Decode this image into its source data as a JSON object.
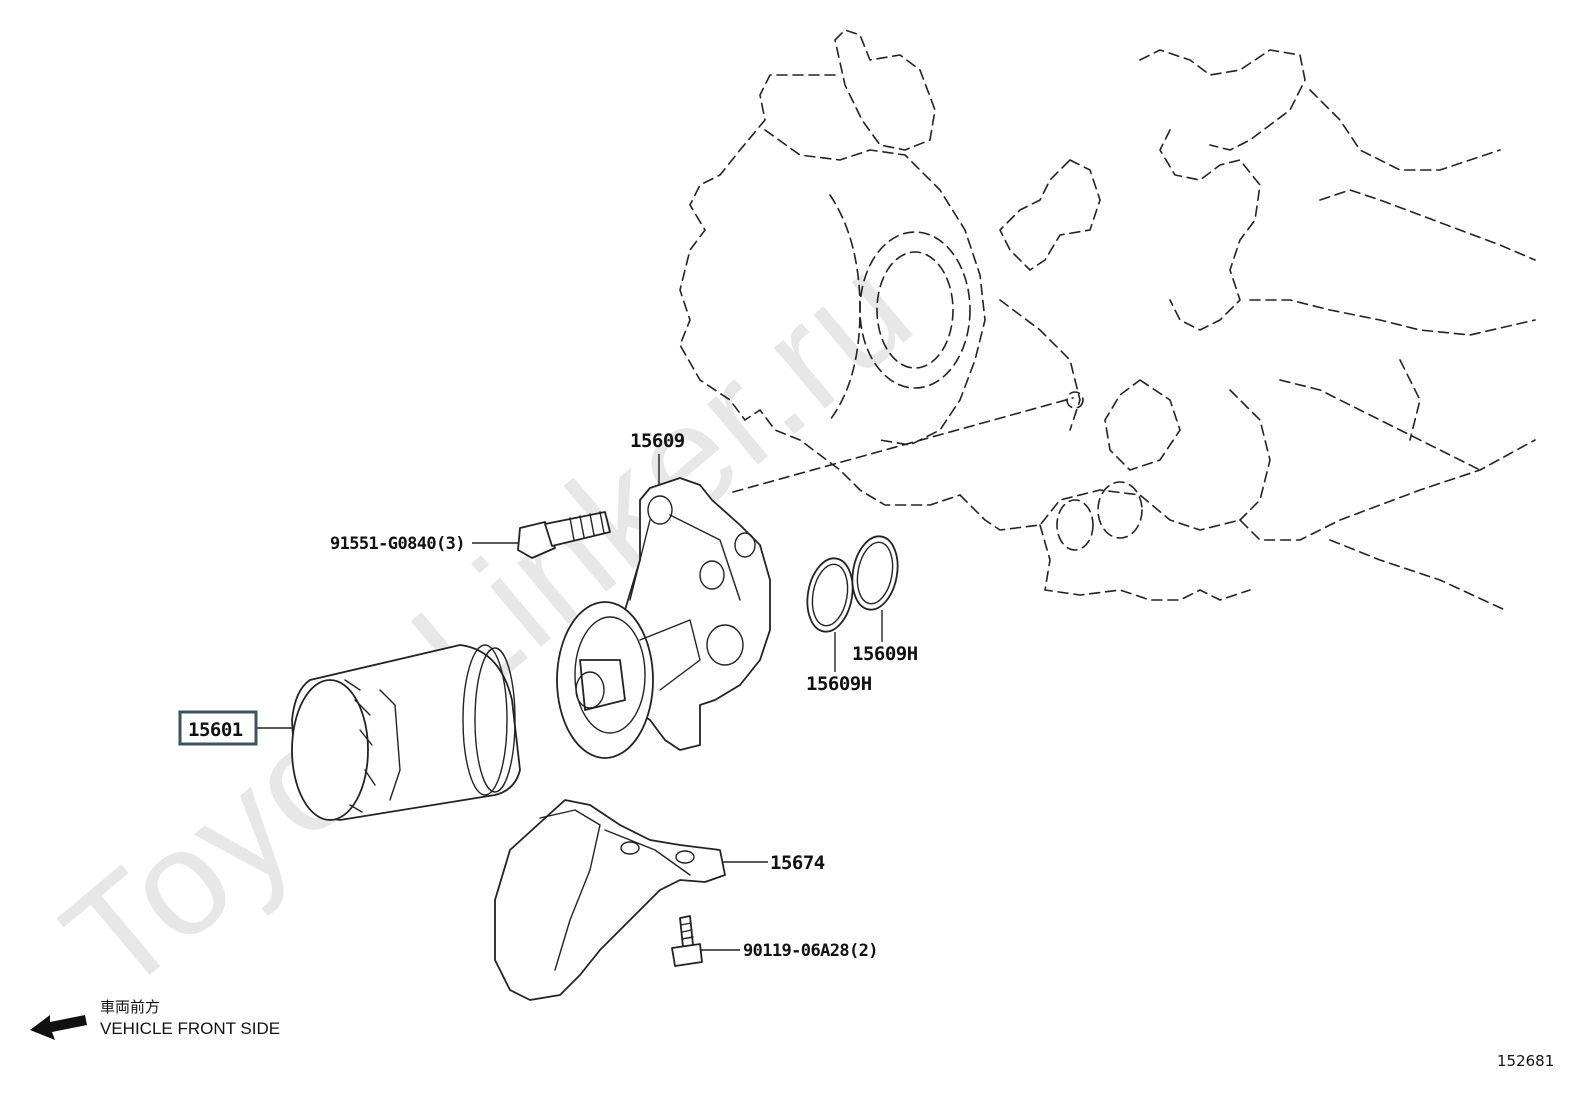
{
  "callouts": {
    "oil_filter": "15601",
    "filter_bracket": "15609",
    "bracket_bolt": "91551-G0840(3)",
    "o_ring_left": "15609H",
    "o_ring_right": "15609H",
    "oil_pan_guard": "15674",
    "guard_bolt": "90119-06A28(2)"
  },
  "legend": {
    "jp": "車両前方",
    "en": "VEHICLE FRONT SIDE"
  },
  "illustration_number": "152681",
  "watermark": "ToyotaLinker.ru",
  "colors": {
    "line": "#222222",
    "highlight_box": "#3a5560",
    "watermark": "#e7e7e7"
  }
}
